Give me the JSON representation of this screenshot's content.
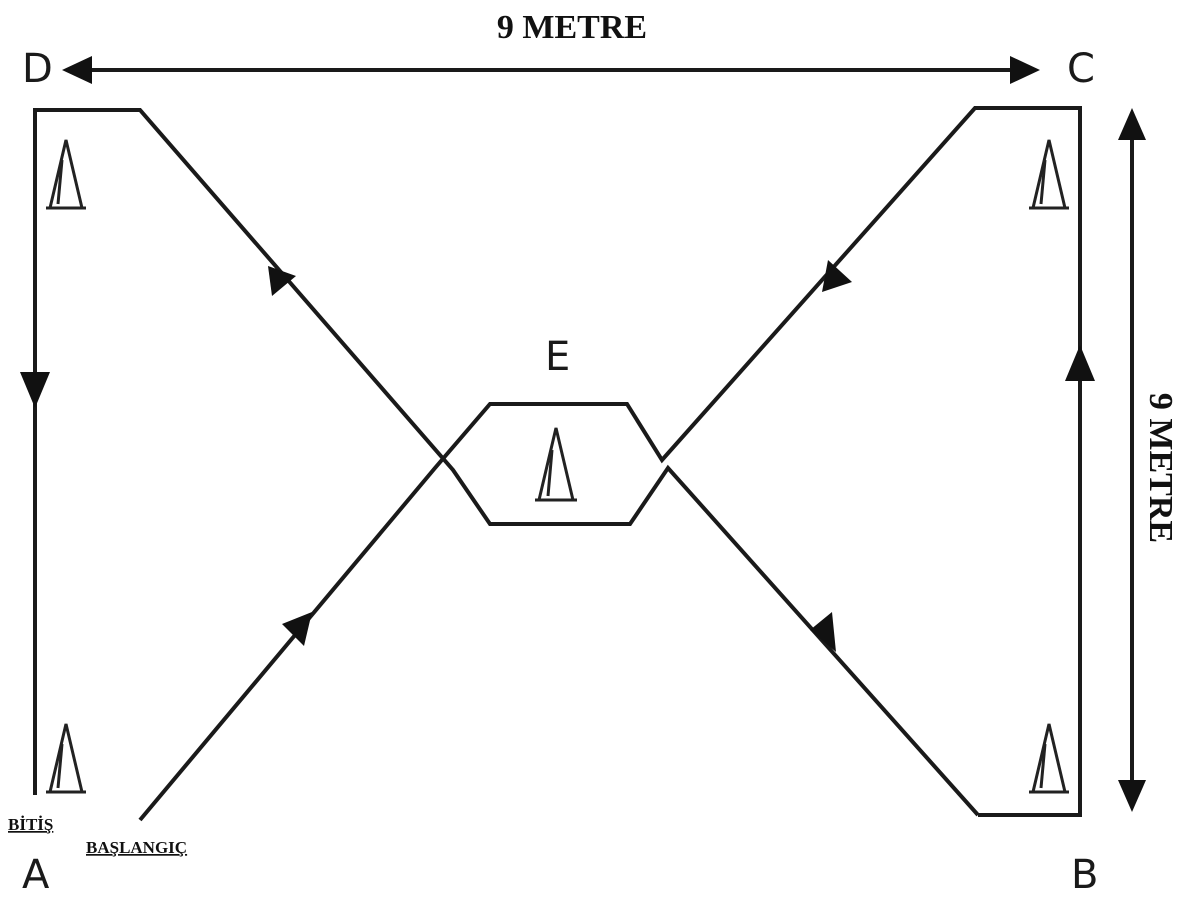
{
  "diagram": {
    "top_dimension": "9 METRE",
    "side_dimension": "9 METRE",
    "corners": {
      "a": "A",
      "b": "B",
      "c": "C",
      "d": "D",
      "e": "E"
    },
    "finish_label": "BİTİŞ",
    "start_label": "BAŞLANGIÇ",
    "cones": [
      "cone-icon",
      "cone-icon",
      "cone-icon",
      "cone-icon",
      "cone-icon"
    ],
    "colors": {
      "ink": "#1a1a1a",
      "background": "#ffffff"
    }
  }
}
